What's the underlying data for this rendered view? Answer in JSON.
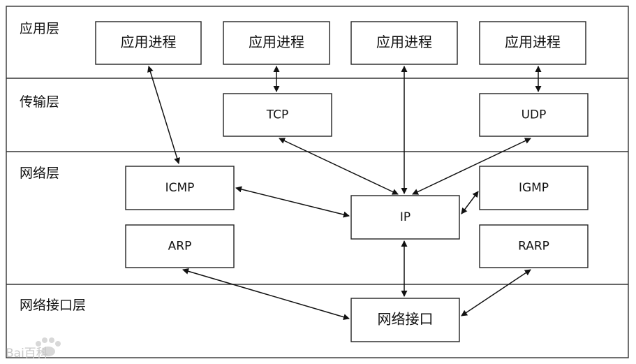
{
  "layers": [
    {
      "id": "application",
      "label": "应用层"
    },
    {
      "id": "transport",
      "label": "传输层"
    },
    {
      "id": "network",
      "label": "网络层"
    },
    {
      "id": "interface",
      "label": "网络接口层"
    }
  ],
  "boxes": {
    "app1": "应用进程",
    "app2": "应用进程",
    "app3": "应用进程",
    "app4": "应用进程",
    "tcp": "TCP",
    "udp": "UDP",
    "icmp": "ICMP",
    "igmp": "IGMP",
    "ip": "IP",
    "arp": "ARP",
    "rarp": "RARP",
    "netif": "网络接口"
  },
  "connections": [
    {
      "from": "app1",
      "to": "icmp",
      "type": "bidirectional"
    },
    {
      "from": "app2",
      "to": "tcp",
      "type": "bidirectional"
    },
    {
      "from": "app3",
      "to": "ip",
      "type": "bidirectional"
    },
    {
      "from": "app4",
      "to": "udp",
      "type": "bidirectional"
    },
    {
      "from": "tcp",
      "to": "ip",
      "type": "bidirectional"
    },
    {
      "from": "udp",
      "to": "ip",
      "type": "bidirectional"
    },
    {
      "from": "icmp",
      "to": "ip",
      "type": "bidirectional"
    },
    {
      "from": "igmp",
      "to": "ip",
      "type": "bidirectional"
    },
    {
      "from": "ip",
      "to": "netif",
      "type": "bidirectional"
    },
    {
      "from": "arp",
      "to": "netif",
      "type": "bidirectional"
    },
    {
      "from": "rarp",
      "to": "netif",
      "type": "bidirectional"
    }
  ],
  "watermark": {
    "text": "Bai百科"
  }
}
